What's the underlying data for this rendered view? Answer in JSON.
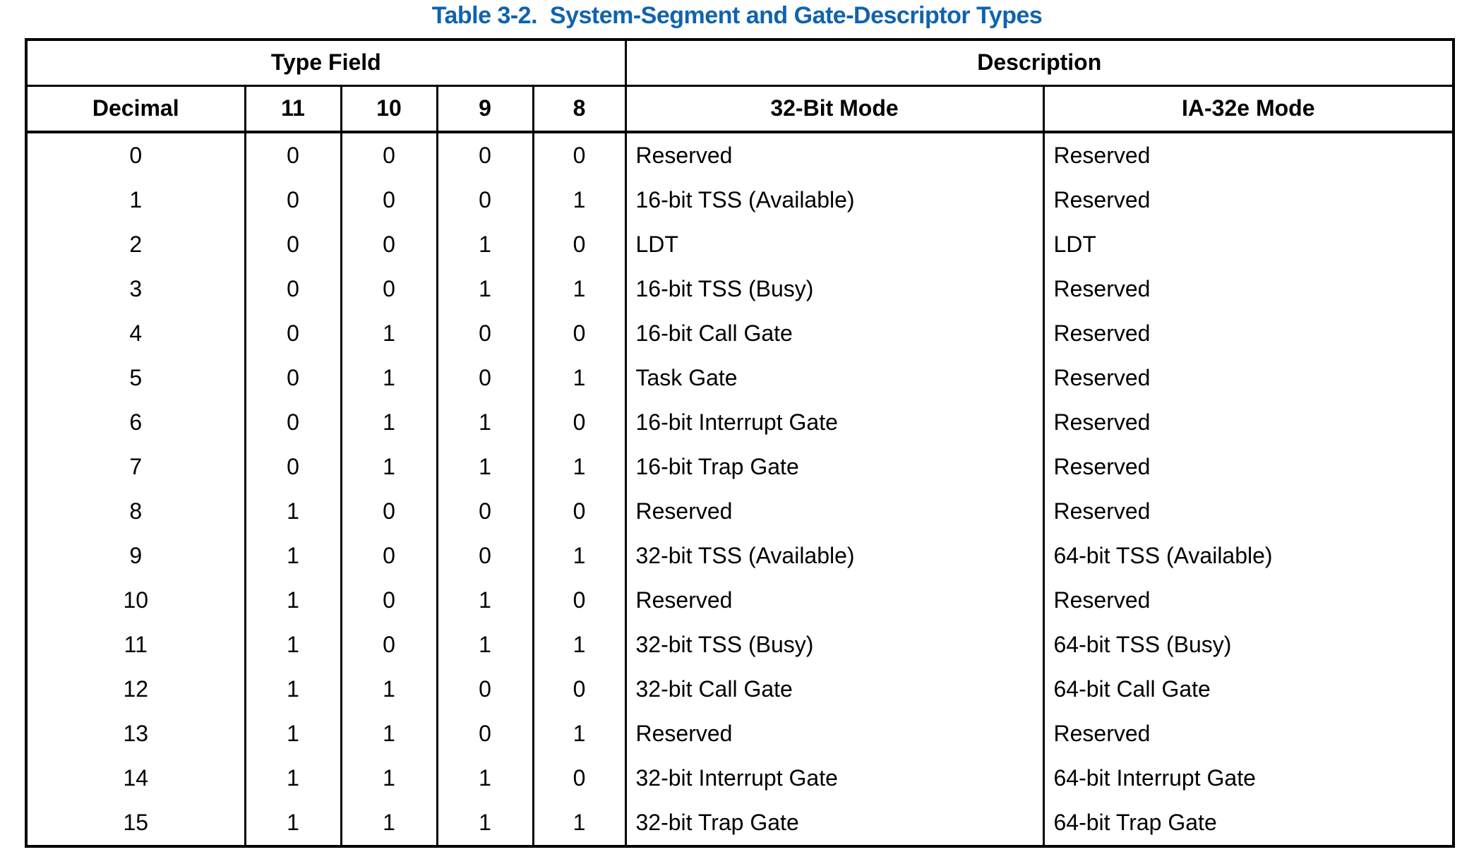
{
  "title": "Table 3-2.  System-Segment and Gate-Descriptor Types",
  "colors": {
    "title": "#1063AE",
    "border": "#000000",
    "text": "#000000",
    "background": "#FFFFFF"
  },
  "table": {
    "header_groups": [
      {
        "label": "Type Field"
      },
      {
        "label": "Description"
      }
    ],
    "columns": [
      "Decimal",
      "11",
      "10",
      "9",
      "8",
      "32-Bit Mode",
      "IA-32e Mode"
    ],
    "rows": [
      {
        "decimal": "0",
        "bits": [
          "0",
          "0",
          "0",
          "0"
        ],
        "mode32": "Reserved",
        "ia32e": "Reserved"
      },
      {
        "decimal": "1",
        "bits": [
          "0",
          "0",
          "0",
          "1"
        ],
        "mode32": "16-bit TSS (Available)",
        "ia32e": "Reserved"
      },
      {
        "decimal": "2",
        "bits": [
          "0",
          "0",
          "1",
          "0"
        ],
        "mode32": "LDT",
        "ia32e": "LDT"
      },
      {
        "decimal": "3",
        "bits": [
          "0",
          "0",
          "1",
          "1"
        ],
        "mode32": "16-bit TSS (Busy)",
        "ia32e": "Reserved"
      },
      {
        "decimal": "4",
        "bits": [
          "0",
          "1",
          "0",
          "0"
        ],
        "mode32": "16-bit Call Gate",
        "ia32e": "Reserved"
      },
      {
        "decimal": "5",
        "bits": [
          "0",
          "1",
          "0",
          "1"
        ],
        "mode32": "Task Gate",
        "ia32e": "Reserved"
      },
      {
        "decimal": "6",
        "bits": [
          "0",
          "1",
          "1",
          "0"
        ],
        "mode32": "16-bit Interrupt Gate",
        "ia32e": "Reserved"
      },
      {
        "decimal": "7",
        "bits": [
          "0",
          "1",
          "1",
          "1"
        ],
        "mode32": "16-bit Trap Gate",
        "ia32e": "Reserved"
      },
      {
        "decimal": "8",
        "bits": [
          "1",
          "0",
          "0",
          "0"
        ],
        "mode32": "Reserved",
        "ia32e": "Reserved"
      },
      {
        "decimal": "9",
        "bits": [
          "1",
          "0",
          "0",
          "1"
        ],
        "mode32": "32-bit TSS (Available)",
        "ia32e": "64-bit TSS (Available)"
      },
      {
        "decimal": "10",
        "bits": [
          "1",
          "0",
          "1",
          "0"
        ],
        "mode32": "Reserved",
        "ia32e": "Reserved"
      },
      {
        "decimal": "11",
        "bits": [
          "1",
          "0",
          "1",
          "1"
        ],
        "mode32": "32-bit TSS (Busy)",
        "ia32e": "64-bit TSS (Busy)"
      },
      {
        "decimal": "12",
        "bits": [
          "1",
          "1",
          "0",
          "0"
        ],
        "mode32": "32-bit Call Gate",
        "ia32e": "64-bit Call Gate"
      },
      {
        "decimal": "13",
        "bits": [
          "1",
          "1",
          "0",
          "1"
        ],
        "mode32": "Reserved",
        "ia32e": "Reserved"
      },
      {
        "decimal": "14",
        "bits": [
          "1",
          "1",
          "1",
          "0"
        ],
        "mode32": "32-bit Interrupt Gate",
        "ia32e": "64-bit Interrupt Gate"
      },
      {
        "decimal": "15",
        "bits": [
          "1",
          "1",
          "1",
          "1"
        ],
        "mode32": "32-bit Trap Gate",
        "ia32e": "64-bit Trap Gate"
      }
    ]
  }
}
